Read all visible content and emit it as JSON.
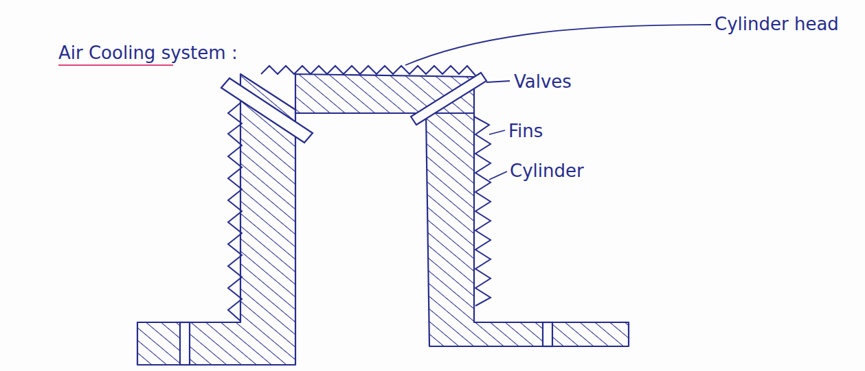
{
  "diagram": {
    "title": "Air Cooling system :",
    "labels": [
      "Cylinder head",
      "Valves",
      "Fins",
      "Cylinder"
    ]
  }
}
